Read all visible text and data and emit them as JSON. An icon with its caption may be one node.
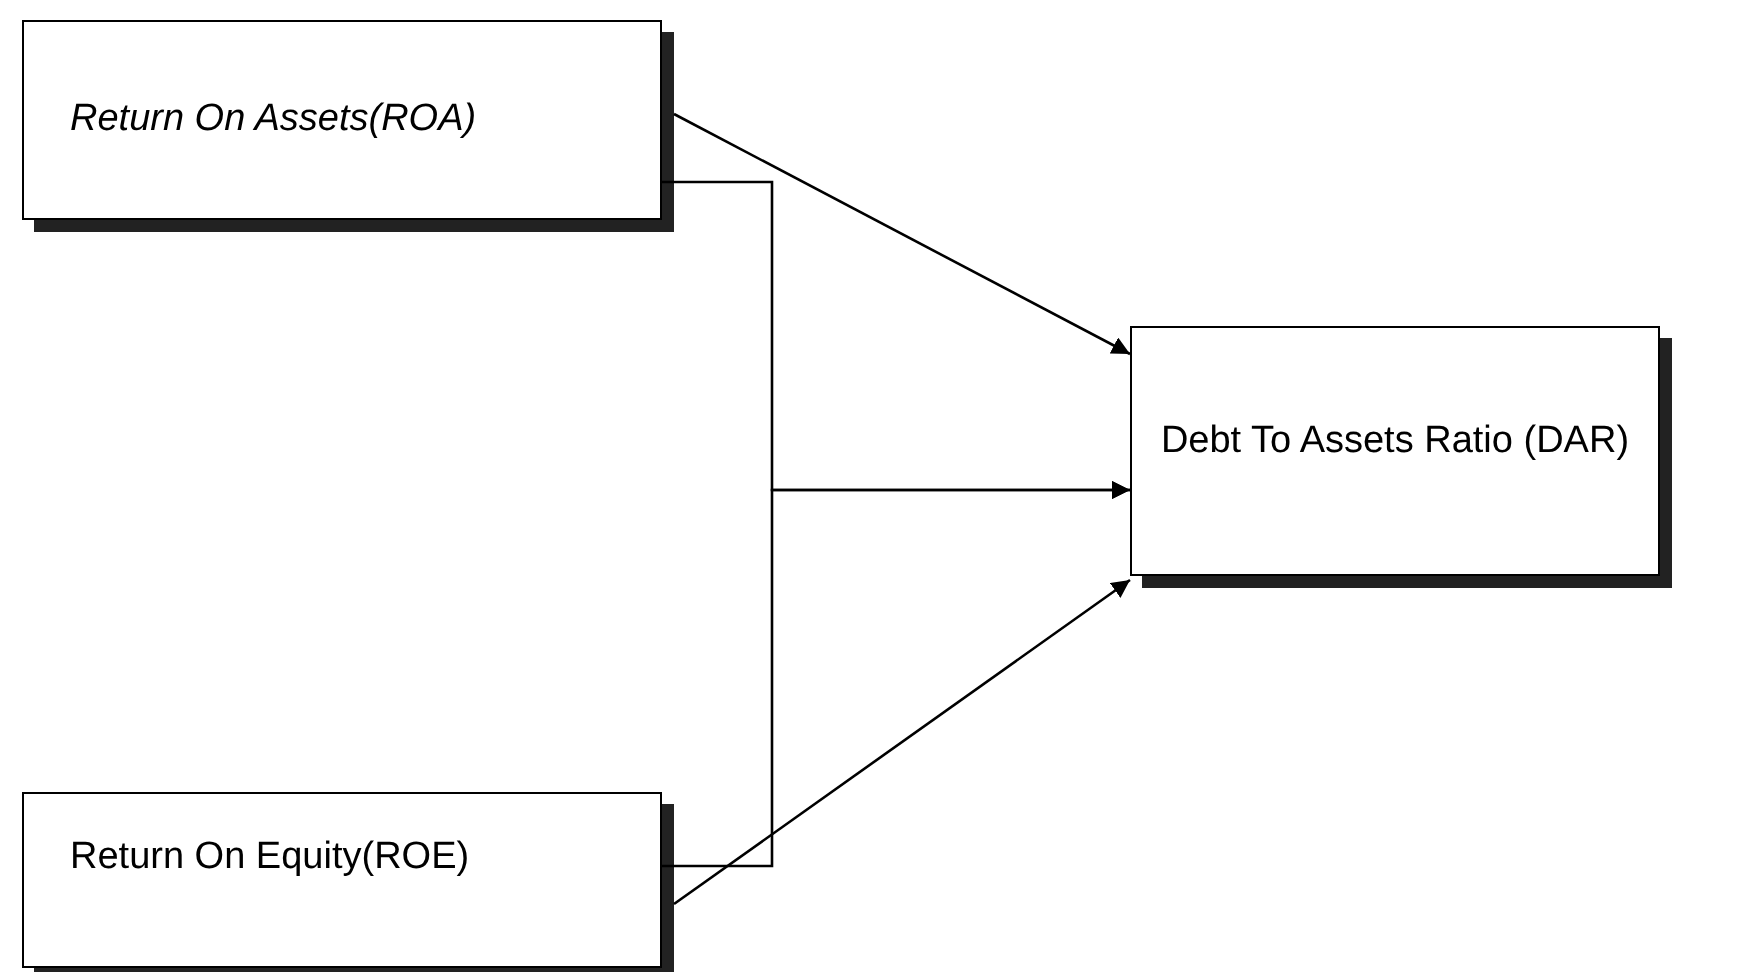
{
  "diagram": {
    "nodes": [
      {
        "text": [
          "Return On Assets(ROA)"
        ]
      },
      {
        "text": [
          "Return On Equity(ROE)"
        ]
      },
      {
        "text": [
          "Debt To Assets Ratio (DAR)"
        ]
      }
    ],
    "edges": [
      {
        "from": 0,
        "to": 2,
        "arrow": "to"
      },
      {
        "from": 1,
        "to": 2,
        "arrow": "to"
      },
      {
        "from": 0,
        "to": 2,
        "arrow": "to"
      },
      {
        "from": 1,
        "to": 2,
        "arrow": "to"
      }
    ]
  }
}
